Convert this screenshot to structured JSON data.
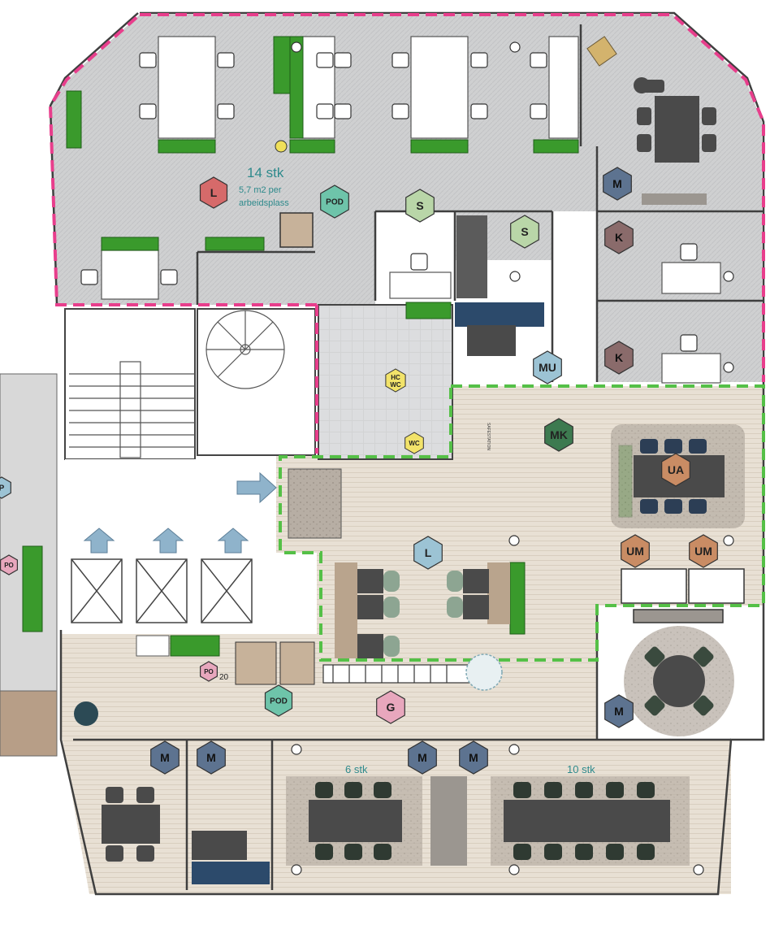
{
  "colors": {
    "meeting_hex": "#5d7390",
    "lounge_hex": "#9cc3d4",
    "phone_hex": "#d66a6a",
    "office_hex": "#8a6b6b",
    "quiet_hex": "#b9d6a8",
    "pod_hex": "#6ec4aa",
    "print_hex": "#e8a7bd",
    "zone_pink": "#e83e8c",
    "zone_green": "#55c047",
    "workzone_fill": "#cfd0d1",
    "social_floor": "#e6ddd0",
    "plant": "#3a9a2c"
  },
  "notes": {
    "workstation_count": "14 stk",
    "area_line1": "5,7 m2 per",
    "area_line2": "arbeidsplass",
    "six_seats": "6 stk",
    "ten_seats": "10 stk",
    "printer_count": "20",
    "safe_label": "SAFESTATION"
  },
  "labels": {
    "L_top": "L",
    "POD_top": "POD",
    "S_left": "S",
    "S_right": "S",
    "M_top": "M",
    "K_upper": "K",
    "K_lower": "K",
    "MU": "MU",
    "HC_WC_1": "HC",
    "HC_WC_2": "WC",
    "WC": "WC",
    "MK": "MK",
    "UA": "UA",
    "UM_left": "UM",
    "UM_right": "UM",
    "L_center": "L",
    "PO_left": "PO",
    "P_left": "P",
    "PO_bottom": "PO",
    "POD_bottom": "POD",
    "G": "G",
    "M_right": "M",
    "M_b1": "M",
    "M_b2": "M",
    "M_b3": "M",
    "M_b4": "M"
  }
}
